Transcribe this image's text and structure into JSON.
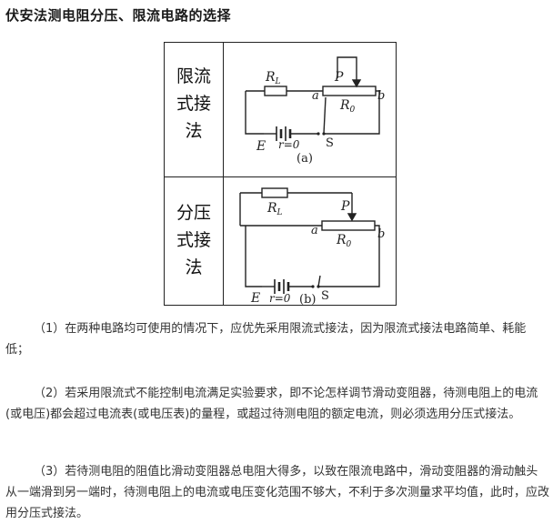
{
  "title": "伏安法测电阻分压、限流电路的选择",
  "table": {
    "rows": [
      {
        "label_lines": [
          "限流",
          "式接",
          "法"
        ],
        "circuit": {
          "r_label": "R",
          "r_sub": "L",
          "p": "P",
          "a": "a",
          "b": "b",
          "r0": "R",
          "r0_sub": "0",
          "e": "E",
          "r": "r=0",
          "s": "S",
          "caption": "(a)"
        }
      },
      {
        "label_lines": [
          "分压",
          "式接",
          "法"
        ],
        "circuit": {
          "r_label": "R",
          "r_sub": "L",
          "p": "P",
          "a": "a",
          "b": "b",
          "r0": "R",
          "r0_sub": "0",
          "e": "E",
          "r": "r=0",
          "s": "S",
          "caption": "(b)"
        }
      }
    ]
  },
  "paragraphs": [
    "（1）在两种电路均可使用的情况下，应优先采用限流式接法，因为限流式接法电路简单、耗能低；",
    "（2）若采用限流式不能控制电流满足实验要求，即不论怎样调节滑动变阻器，待测电阻上的电流(或电压)都会超过电流表(或电压表)的量程，或超过待测电阻的额定电流，则必须选用分压式接法。",
    "（3）若待测电阻的阻值比滑动变阻器总电阻大得多，以致在限流电路中，滑动变阻器的滑动触头从一端滑到另一端时，待测电阻上的电流或电压变化范围不够大，不利于多次测量求平均值，此时，应改用分压式接法。"
  ]
}
